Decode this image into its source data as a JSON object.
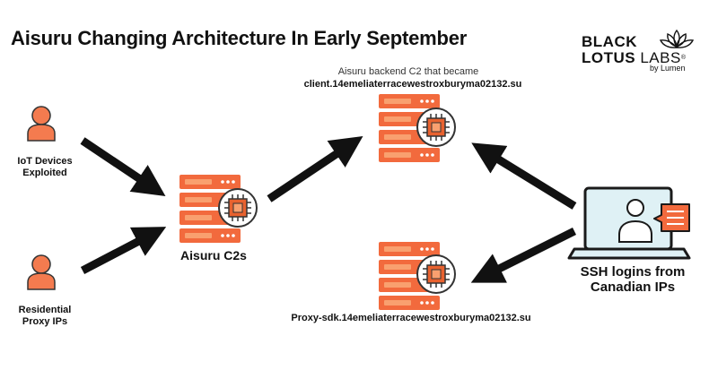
{
  "title": "Aisuru Changing Architecture In Early September",
  "logo": {
    "line1": "BLACK",
    "line2_bold": "LOTUS",
    "line2_light": "LABS",
    "registered": "®",
    "sub": "by Lumen"
  },
  "nodes": {
    "iot": {
      "label_line1": "IoT Devices",
      "label_line2": "Exploited"
    },
    "residential": {
      "label_line1": "Residential",
      "label_line2": "Proxy IPs"
    },
    "c2": {
      "label": "Aisuru C2s"
    },
    "backend": {
      "caption": "Aisuru backend C2 that became",
      "domain": "client.14emeliaterracewestroxburyma02132.su"
    },
    "proxy_sdk": {
      "domain": "Proxy-sdk.14emeliaterracewestroxburyma02132.su"
    },
    "ssh": {
      "label_line1": "SSH logins from",
      "label_line2": "Canadian IPs"
    }
  },
  "colors": {
    "server_orange": "#f26a3d",
    "server_light": "#f9a06f",
    "person_orange": "#f47b4f",
    "chip_orange": "#e8622f",
    "arrow": "#111111",
    "laptop_screen": "#dff1f5",
    "laptop_frame": "#1a1a1a"
  },
  "icons": [
    "person-icon",
    "server-icon",
    "chip-icon",
    "laptop-icon",
    "chat-bubble-icon",
    "lotus-icon",
    "arrow"
  ]
}
